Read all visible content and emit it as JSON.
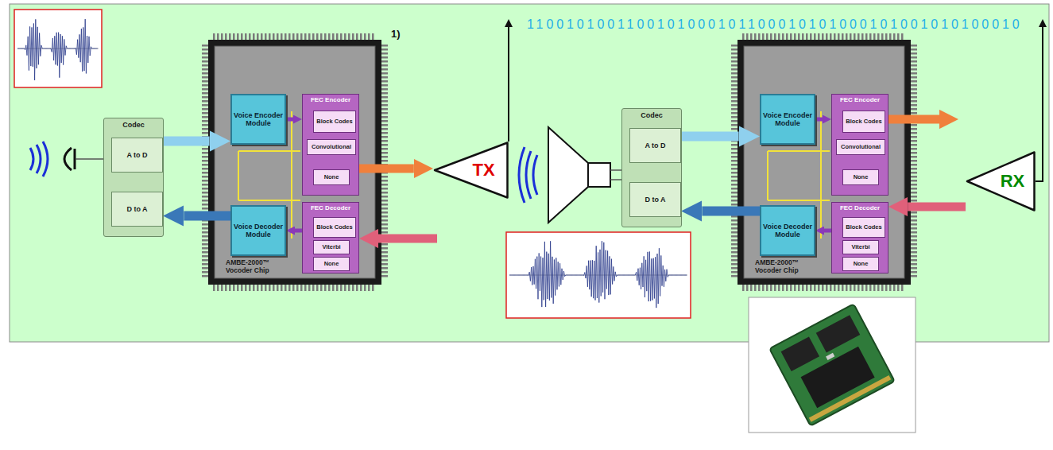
{
  "diagram": {
    "nodes": [
      {
        "text": [
          "Codec"
        ]
      },
      {
        "text": [
          "A to D"
        ],
        "in": 0
      },
      {
        "text": [
          "D to A"
        ],
        "in": 0
      },
      {
        "text": [
          "AMBE-2000™ Vocoder Chip"
        ]
      },
      {
        "text": [
          "Voice Encoder Module"
        ],
        "in": 3
      },
      {
        "text": [
          "Voice Decoder Module"
        ],
        "in": 3
      },
      {
        "text": [
          "FEC Encoder"
        ],
        "in": 3
      },
      {
        "text": [
          "Block Codes"
        ],
        "in": 6
      },
      {
        "text": [
          "Convolutional"
        ],
        "in": 6
      },
      {
        "text": [
          "None"
        ],
        "in": 6
      },
      {
        "text": [
          "FEC Decoder"
        ],
        "in": 3
      },
      {
        "text": [
          "Block Codes"
        ],
        "in": 10
      },
      {
        "text": [
          "Viterbi"
        ],
        "in": 10
      },
      {
        "text": [
          "None"
        ],
        "in": 10
      },
      {
        "text": [
          "TX"
        ]
      },
      {
        "text": [
          "Codec"
        ]
      },
      {
        "text": [
          "A to D"
        ],
        "in": 15
      },
      {
        "text": [
          "D to A"
        ],
        "in": 15
      },
      {
        "text": [
          "AMBE-2000™ Vocoder Chip"
        ]
      },
      {
        "text": [
          "Voice Encoder Module"
        ],
        "in": 18
      },
      {
        "text": [
          "Voice Decoder Module"
        ],
        "in": 18
      },
      {
        "text": [
          "FEC Encoder"
        ],
        "in": 18
      },
      {
        "text": [
          "Block Codes"
        ],
        "in": 21
      },
      {
        "text": [
          "Convolutional"
        ],
        "in": 21
      },
      {
        "text": [
          "None"
        ],
        "in": 21
      },
      {
        "text": [
          "FEC Decoder"
        ],
        "in": 18
      },
      {
        "text": [
          "Block Codes"
        ],
        "in": 25
      },
      {
        "text": [
          "Viterbi"
        ],
        "in": 25
      },
      {
        "text": [
          "None"
        ],
        "in": 25
      },
      {
        "text": [
          "RX"
        ]
      }
    ],
    "edges": [
      {
        "from": 1,
        "to": 4,
        "arrow": "to"
      },
      {
        "from": 5,
        "to": 2,
        "arrow": "to"
      },
      {
        "from": 4,
        "to": 6,
        "arrow": "to"
      },
      {
        "from": 6,
        "to": 14,
        "arrow": "to"
      },
      {
        "from": 10,
        "to": 5,
        "arrow": "to"
      },
      {
        "from": 16,
        "to": 19,
        "arrow": "to"
      },
      {
        "from": 20,
        "to": 17,
        "arrow": "to"
      },
      {
        "from": 19,
        "to": 21,
        "arrow": "to"
      },
      {
        "from": 29,
        "to": 25,
        "arrow": "to"
      },
      {
        "from": 25,
        "to": 20,
        "arrow": "to"
      }
    ],
    "labels": [
      "1)",
      "1100101001100101000101100010101000101001010100010"
    ]
  }
}
